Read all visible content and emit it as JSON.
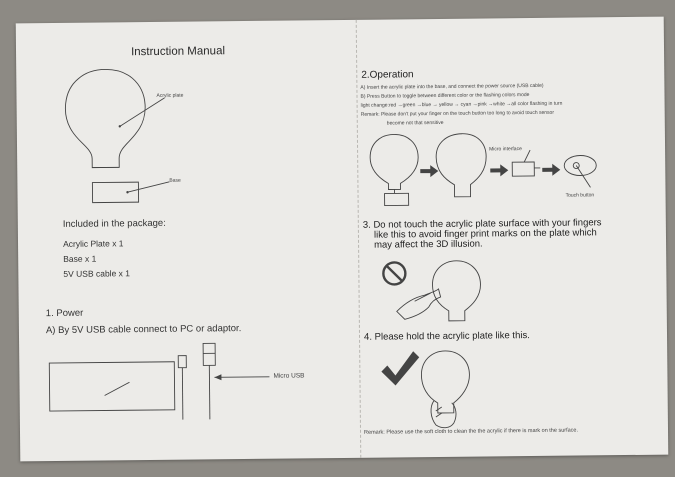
{
  "left": {
    "title": "Instruction Manual",
    "acrylic_label": "Acrylic plate",
    "base_label": "Base",
    "package_heading": "Included in the package:",
    "package_items": [
      "Acrylic Plate x 1",
      "Base x 1",
      "5V USB cable x 1"
    ],
    "power_heading": "1. Power",
    "power_text": "A) By 5V USB cable connect to PC or adaptor.",
    "micro_usb_label": "Micro USB"
  },
  "right": {
    "operation_heading": "2.Operation",
    "operation_lines": [
      "A) Insert the acrylic plate into the base, and connect the power source (USB cable)",
      "B) Press Button to toggle between different color or the flashing colors mode",
      "light change:red →green →blue → yellow → cyan →pink →white →all color flashing in turn",
      "Remark: Please don't put your finger on the touch button too long to avoid touch sensor",
      "become not that sensitive"
    ],
    "micro_interface_label": "Micro interface",
    "touch_button_label": "Touch button",
    "step3_lines": [
      "3. Do not touch the acrylic plate surface with your fingers",
      "like this to avoid finger print marks on the plate which",
      "may affect the 3D illusion."
    ],
    "step4_text": "4. Please hold the acrylic plate like this.",
    "remark_bottom": "Remark: Please use the soft cloth to clean the the acrylic if there is mark on the surface."
  }
}
